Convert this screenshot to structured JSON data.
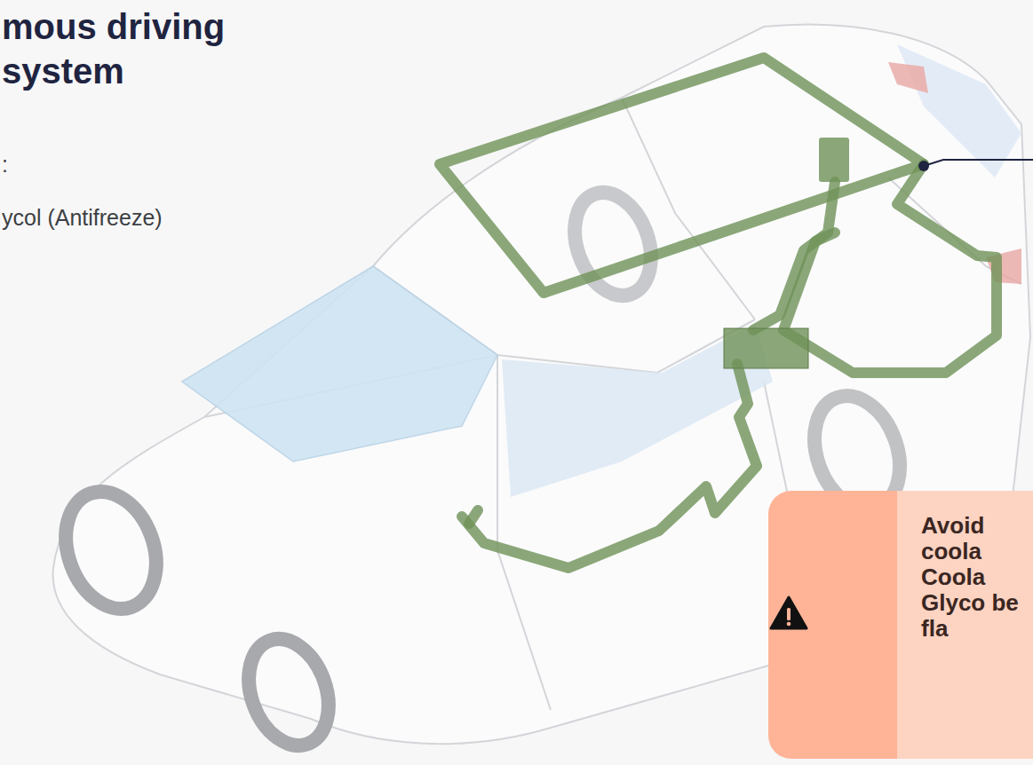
{
  "diagram": {
    "title": "mous driving system",
    "nodes": [
      {
        "text": [
          "Avoid coola Coola Glyco be fla"
        ]
      }
    ],
    "labels": [
      ":",
      "ycol (Antifreeze)"
    ]
  }
}
